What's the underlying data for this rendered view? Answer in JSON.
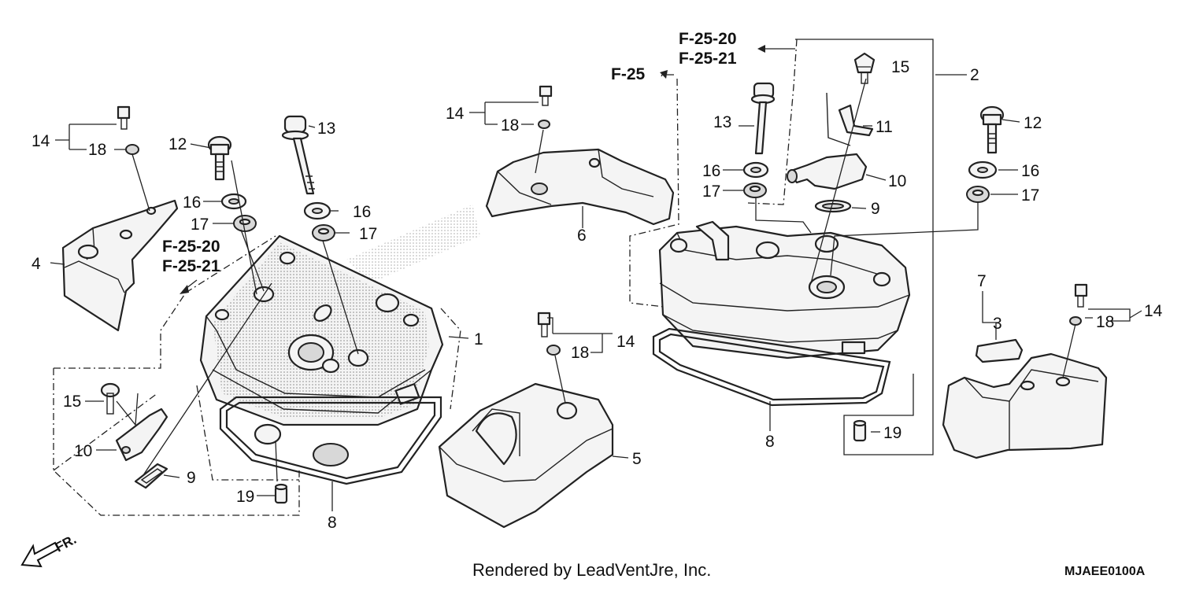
{
  "diagram": {
    "callouts": {
      "c1": "1",
      "c2": "2",
      "c3": "3",
      "c4": "4",
      "c5": "5",
      "c6": "6",
      "c7": "7",
      "c8a": "8",
      "c8b": "8",
      "c9a": "9",
      "c9b": "9",
      "c10a": "10",
      "c10b": "10",
      "c11": "11",
      "c12a": "12",
      "c12b": "12",
      "c13a": "13",
      "c13b": "13",
      "c14a": "14",
      "c14b": "14",
      "c14c": "14",
      "c14d": "14",
      "c15a": "15",
      "c15b": "15",
      "c16a": "16",
      "c16b": "16",
      "c16c": "16",
      "c16d": "16",
      "c17a": "17",
      "c17b": "17",
      "c17c": "17",
      "c17d": "17",
      "c18a": "18",
      "c18b": "18",
      "c18c": "18",
      "c18d": "18",
      "c19a": "19",
      "c19b": "19"
    },
    "refs": {
      "left_top": "F-25-20",
      "left_bottom": "F-25-21",
      "right_top": "F-25-20",
      "right_bottom": "F-25-21",
      "f25": "F-25"
    },
    "front_marker": "FR.",
    "footer_credit": "Rendered by LeadVentJre, Inc.",
    "diagram_code": "MJAEE0100A"
  }
}
